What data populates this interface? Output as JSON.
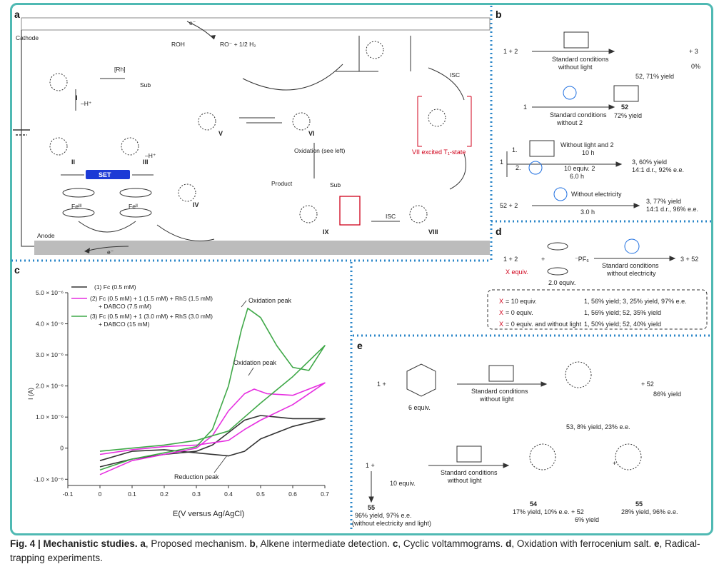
{
  "panels": {
    "a": "a",
    "b": "b",
    "c": "c",
    "d": "d",
    "e": "e"
  },
  "panel_a": {
    "cathode": "Cathode",
    "anode": "Anode",
    "electron": "e⁻",
    "roh": "ROH",
    "ro_h2": "RO⁻ + 1/2 H₂",
    "rh": "[Rh]",
    "sub": "Sub",
    "set": "SET",
    "minus_h": "–H⁺",
    "fe3": "Feᴵᴵᴵ",
    "fe2": "Feᴵᴵ",
    "oxidation_see_left": "Oxidation (see left)",
    "isc": "ISC",
    "product": "Product",
    "excited_state": "VII excited T₁-state",
    "roman": [
      "I",
      "II",
      "III",
      "IV",
      "V",
      "VI",
      "VIII",
      "IX"
    ]
  },
  "panel_b": {
    "row1_left": "1 + 2",
    "row1_cond1": "Standard conditions",
    "row1_cond2": "without light",
    "row1_prod": "52, 71% yield",
    "row1_plus": "+ 3",
    "row1_zero": "0%",
    "row2_left": "1",
    "row2_cond1": "Standard conditions",
    "row2_cond2": "without 2",
    "row2_prod": "52",
    "row2_yield": "72% yield",
    "row3_step1": "1.",
    "row3_cond1": "Without light and 2",
    "row3_cond2": "10 h",
    "row3_step2": "2.",
    "row3_cond3": "10 equiv. 2",
    "row3_cond4": "6.0 h",
    "row3_prod": "3, 60% yield",
    "row3_dr": "14:1 d.r., 92% e.e.",
    "row3_left": "1",
    "row4_left": "52 + 2",
    "row4_cond1": "Without electricity",
    "row4_cond2": "3.0 h",
    "row4_prod": "3, 77% yield",
    "row4_dr": "14:1 d.r., 96% e.e."
  },
  "panel_c": {
    "ylabel": "I (A)",
    "xlabel": "E(V versus Ag/AgCl)",
    "ox_peak_top": "Oxidation peak",
    "ox_peak_mid": "Oxidation peak",
    "red_peak": "Reduction peak",
    "legend1": "(1) Fc (0.5 mM)",
    "legend2a": "(2) Fc (0.5 mM) + 1 (1.5 mM) + RhS (1.5 mM)",
    "legend2b": "+ DABCO (7.5 mM)",
    "legend3a": "(3) Fc (0.5 mM) + 1 (3.0 mM) + RhS (3.0 mM)",
    "legend3b": "+ DABCO (15 mM)"
  },
  "chart_data": {
    "type": "line",
    "title": "",
    "xlabel": "E(V versus Ag/AgCl)",
    "ylabel": "I (A)",
    "xlim": [
      -0.1,
      0.7
    ],
    "ylim": [
      -1.2e-06,
      5e-06
    ],
    "xticks": [
      "-0.1",
      "0",
      "0.1",
      "0.2",
      "0.3",
      "0.4",
      "0.5",
      "0.6",
      "0.7"
    ],
    "yticks": [
      "-1.0 × 10⁻⁶",
      "0",
      "1.0 × 10⁻⁶",
      "2.0 × 10⁻⁶",
      "3.0 × 10⁻⁶",
      "4.0 × 10⁻⁶",
      "5.0 × 10⁻⁶"
    ],
    "series": [
      {
        "name": "(1) Fc (0.5 mM)",
        "color": "#333333",
        "forward": [
          [
            0,
            -6e-07
          ],
          [
            0.1,
            -3.5e-07
          ],
          [
            0.2,
            -2e-07
          ],
          [
            0.3,
            -1e-07
          ],
          [
            0.35,
            1e-07
          ],
          [
            0.4,
            5e-07
          ],
          [
            0.45,
            9e-07
          ],
          [
            0.5,
            1.05e-06
          ],
          [
            0.55,
            1e-06
          ],
          [
            0.6,
            9.5e-07
          ],
          [
            0.7,
            9.5e-07
          ]
        ],
        "reverse": [
          [
            0.7,
            9.5e-07
          ],
          [
            0.6,
            7e-07
          ],
          [
            0.5,
            3e-07
          ],
          [
            0.45,
            -1e-07
          ],
          [
            0.4,
            -2.5e-07
          ],
          [
            0.3,
            -1.5e-07
          ],
          [
            0.2,
            -5e-08
          ],
          [
            0.1,
            -1e-07
          ],
          [
            0,
            -4e-07
          ]
        ]
      },
      {
        "name": "(2) Fc (0.5 mM) + 1 (1.5 mM) + RhS (1.5 mM) + DABCO (7.5 mM)",
        "color": "#e62ee0",
        "forward": [
          [
            0,
            -8.5e-07
          ],
          [
            0.1,
            -4e-07
          ],
          [
            0.2,
            -2e-07
          ],
          [
            0.3,
            0.0
          ],
          [
            0.35,
            4e-07
          ],
          [
            0.4,
            1.2e-06
          ],
          [
            0.45,
            1.75e-06
          ],
          [
            0.48,
            1.9e-06
          ],
          [
            0.52,
            1.75e-06
          ],
          [
            0.6,
            1.7e-06
          ],
          [
            0.7,
            2.1e-06
          ]
        ],
        "reverse": [
          [
            0.7,
            2.1e-06
          ],
          [
            0.6,
            1.4e-06
          ],
          [
            0.5,
            9e-07
          ],
          [
            0.45,
            6e-07
          ],
          [
            0.4,
            2.5e-07
          ],
          [
            0.3,
            1e-07
          ],
          [
            0.2,
            5e-08
          ],
          [
            0.1,
            -5e-08
          ],
          [
            0,
            -2e-07
          ]
        ]
      },
      {
        "name": "(3) Fc (0.5 mM) + 1 (3.0 mM) + RhS (3.0 mM) + DABCO (15 mM)",
        "color": "#3fa848",
        "forward": [
          [
            0,
            -7e-07
          ],
          [
            0.1,
            -3.5e-07
          ],
          [
            0.2,
            -1.5e-07
          ],
          [
            0.3,
            5e-08
          ],
          [
            0.35,
            6e-07
          ],
          [
            0.4,
            2e-06
          ],
          [
            0.44,
            3.8e-06
          ],
          [
            0.46,
            4.5e-06
          ],
          [
            0.5,
            4.2e-06
          ],
          [
            0.55,
            3.3e-06
          ],
          [
            0.6,
            2.6e-06
          ],
          [
            0.65,
            2.5e-06
          ],
          [
            0.7,
            3.3e-06
          ]
        ],
        "reverse": [
          [
            0.7,
            3.3e-06
          ],
          [
            0.6,
            2.3e-06
          ],
          [
            0.5,
            1.45e-06
          ],
          [
            0.45,
            1e-06
          ],
          [
            0.4,
            5.5e-07
          ],
          [
            0.3,
            2.5e-07
          ],
          [
            0.2,
            1e-07
          ],
          [
            0.1,
            0.0
          ],
          [
            0,
            -1e-07
          ]
        ]
      }
    ]
  },
  "panel_d": {
    "left": "1 + 2",
    "plus": "+",
    "x_equiv": "X equiv.",
    "pf6": "⁻PF₆",
    "fe_eq": "2.0 equiv.",
    "cond1": "Standard conditions",
    "cond2": "without electricity",
    "prod": "3 + 52",
    "rows": [
      {
        "x": "X",
        "cond": "= 10 equiv.",
        "result": "1, 56% yield; 3, 25% yield, 97% e.e."
      },
      {
        "x": "X",
        "cond": "= 0 equiv.",
        "result": "1, 56% yield; 52, 35% yield"
      },
      {
        "x": "X",
        "cond": "= 0 equiv. and without light",
        "result": "1, 50% yield; 52, 40% yield"
      }
    ]
  },
  "panel_e": {
    "row1_left": "1 +",
    "row1_equiv": "6 equiv.",
    "row1_cond1": "Standard conditions",
    "row1_cond2": "without light",
    "row1_prod": "53, 8% yield, 23% e.e.",
    "row1_plus52": "+ 52",
    "row1_yield": "86% yield",
    "row2_left": "1 +",
    "row2_equiv": "10 equiv.",
    "row2_cond1": "Standard conditions",
    "row2_cond2": "without light",
    "row2_55": "55",
    "row2_55_yield": "96% yield, 97% e.e.",
    "row2_55_note": "(without electricity and light)",
    "prod54": "54",
    "prod54_yield": "17% yield, 10% e.e.",
    "plus52": "+ 52",
    "yield52": "6% yield",
    "prod55": "55",
    "prod55_yield": "28% yield, 96% e.e.",
    "plus": "+"
  },
  "caption": {
    "fig": "Fig. 4 | Mechanistic studies.",
    "a_label": "a",
    "a_text": ", Proposed mechanism.",
    "b_label": "b",
    "b_text": ", Alkene intermediate detection.",
    "c_label": "c",
    "c_text": ", Cyclic voltammograms.",
    "d_label": "d",
    "d_text": ", Oxidation with ferrocenium salt.",
    "e_label": "e",
    "e_text": ", Radical-trapping experiments."
  },
  "colors": {
    "frame": "#4fb9b3",
    "divider": "#2a86c8",
    "red": "#d0021b",
    "blue": "#1e6fe0",
    "set": "#1c3ad6",
    "grey": "#bcbcbc"
  }
}
